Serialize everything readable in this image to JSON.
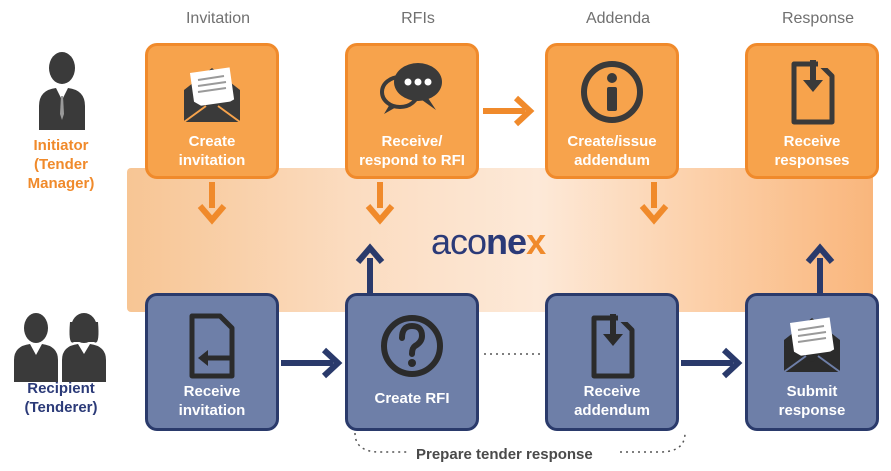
{
  "columns": [
    "Invitation",
    "RFIs",
    "Addenda",
    "Response"
  ],
  "roles": {
    "initiator": "Initiator\n(Tender\nManager)",
    "recipient": "Recipient\n(Tenderer)"
  },
  "initiator_boxes": [
    {
      "label": "Create\ninvitation",
      "icon": "envelope-open-icon"
    },
    {
      "label": "Receive/\nrespond to RFI",
      "icon": "speech-bubbles-icon"
    },
    {
      "label": "Create/issue\naddendum",
      "icon": "info-icon"
    },
    {
      "label": "Receive\nresponses",
      "icon": "document-download-icon"
    }
  ],
  "recipient_boxes": [
    {
      "label": "Receive\ninvitation",
      "icon": "document-return-icon"
    },
    {
      "label": "Create RFI",
      "icon": "question-icon"
    },
    {
      "label": "Receive\naddendum",
      "icon": "document-download-icon"
    },
    {
      "label": "Submit\nresponse",
      "icon": "envelope-open-icon"
    }
  ],
  "logo": {
    "part1": "aco",
    "part2": "ne",
    "part3": "x"
  },
  "footer": "Prepare tender response",
  "colors": {
    "orange": "#f08a2b",
    "orange_fill": "#f7a34c",
    "navy": "#2a3a6b",
    "blue_fill": "#6e7fa8",
    "role_orange": "#f08a2b",
    "role_navy": "#2b3a78"
  }
}
